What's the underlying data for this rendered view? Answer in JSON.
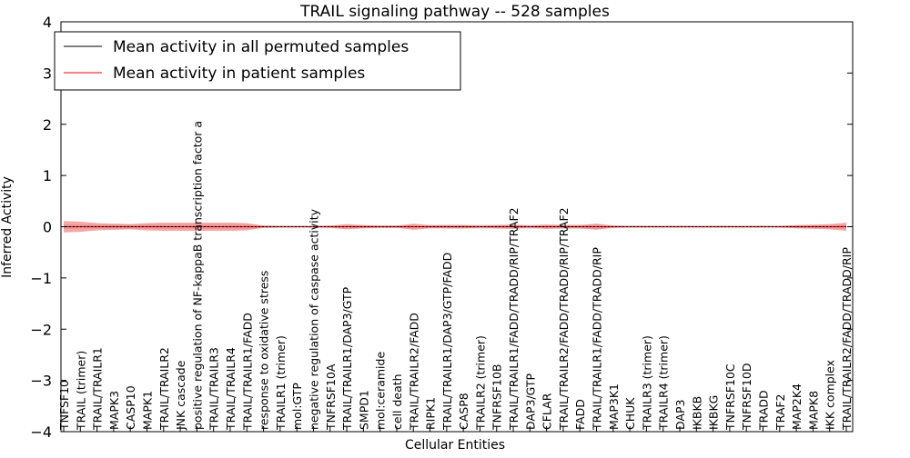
{
  "chart_data": {
    "type": "line",
    "title": "TRAIL signaling pathway -- 528 samples",
    "xlabel": "Cellular Entities",
    "ylabel": "Inferred Activity",
    "ylim": [
      -4,
      4
    ],
    "yticks": [
      "−4",
      "−3",
      "−2",
      "−1",
      "0",
      "1",
      "2",
      "3",
      "4"
    ],
    "grid": false,
    "legend_position": "top-left",
    "categories": [
      "TNFSF10",
      "TRAIL (trimer)",
      "TRAIL/TRAILR1",
      "MAPK3",
      "CASP10",
      "MAPK1",
      "TRAIL/TRAILR2",
      "JNK cascade",
      "positive regulation of NF-kappaB transcription factor a",
      "TRAIL/TRAILR3",
      "TRAIL/TRAILR4",
      "TRAIL/TRAILR1/FADD",
      "response to oxidative stress",
      "TRAILR1 (trimer)",
      "mol:GTP",
      "negative regulation of caspase activity",
      "TNFRSF10A",
      "TRAIL/TRAILR1/DAP3/GTP",
      "SMPD1",
      "mol:ceramide",
      "cell death",
      "TRAIL/TRAILR2/FADD",
      "RIPK1",
      "TRAIL/TRAILR1/DAP3/GTP/FADD",
      "CASP8",
      "TRAILR2 (trimer)",
      "TNFRSF10B",
      "TRAIL/TRAILR1/FADD/TRADD/RIP/TRAF2",
      "DAP3/GTP",
      "CFLAR",
      "TRAIL/TRAILR2/FADD/TRADD/RIP/TRAF2",
      "FADD",
      "TRAIL/TRAILR1/FADD/TRADD/RIP",
      "MAP3K1",
      "CHUK",
      "TRAILR3 (trimer)",
      "TRAILR4 (trimer)",
      "DAP3",
      "IKBKB",
      "IKBKG",
      "TNFRSF10C",
      "TNFRSF10D",
      "TRADD",
      "TRAF2",
      "MAP2K4",
      "MAPK8",
      "IKK complex",
      "TRAIL/TRAILR2/FADD/TRADD/RIP"
    ],
    "series": [
      {
        "name": "Mean activity in all permuted samples",
        "color": "#000000",
        "values": [
          0,
          0,
          0,
          0,
          0,
          0,
          0,
          0,
          0,
          0,
          0,
          0,
          0,
          0,
          0,
          0,
          0,
          0,
          0,
          0,
          0,
          0,
          0,
          0,
          0,
          0,
          0,
          0,
          0,
          0,
          0,
          0,
          0,
          0,
          0,
          0,
          0,
          0,
          0,
          0,
          0,
          0,
          0,
          0,
          0,
          0,
          0,
          0
        ],
        "band": [
          0.04,
          0.04,
          0.04,
          0.04,
          0.04,
          0.04,
          0.04,
          0.04,
          0.04,
          0.04,
          0.04,
          0.04,
          0.03,
          0.03,
          0.03,
          0.03,
          0.03,
          0.03,
          0.03,
          0.03,
          0.03,
          0.03,
          0.03,
          0.04,
          0.04,
          0.04,
          0.04,
          0.04,
          0.04,
          0.04,
          0.04,
          0.04,
          0.04,
          0.03,
          0.03,
          0.03,
          0.03,
          0.03,
          0.03,
          0.03,
          0.03,
          0.03,
          0.03,
          0.03,
          0.03,
          0.03,
          0.03,
          0.04
        ]
      },
      {
        "name": "Mean activity in patient samples",
        "color": "#ff0000",
        "values": [
          0,
          0,
          0,
          0,
          0,
          0,
          0,
          0,
          0,
          0,
          0,
          0,
          0,
          0,
          0,
          0,
          0,
          0,
          0,
          0,
          0,
          0,
          0,
          0,
          0,
          0,
          0,
          0,
          0,
          0,
          0,
          0,
          0,
          0,
          0,
          0,
          0,
          0,
          0,
          0,
          0,
          0,
          0,
          0,
          0,
          0,
          0,
          0
        ],
        "band": [
          0.11,
          0.1,
          0.07,
          0.06,
          0.05,
          0.07,
          0.08,
          0.08,
          0.08,
          0.08,
          0.08,
          0.07,
          0.02,
          0.01,
          0.01,
          0.01,
          0.02,
          0.05,
          0.03,
          0.02,
          0.02,
          0.06,
          0.03,
          0.03,
          0.03,
          0.02,
          0.03,
          0.04,
          0.02,
          0.04,
          0.03,
          0.03,
          0.06,
          0.02,
          0.01,
          0.01,
          0.01,
          0.01,
          0.01,
          0.01,
          0.01,
          0.01,
          0.01,
          0.01,
          0.03,
          0.04,
          0.05,
          0.08
        ]
      }
    ]
  }
}
